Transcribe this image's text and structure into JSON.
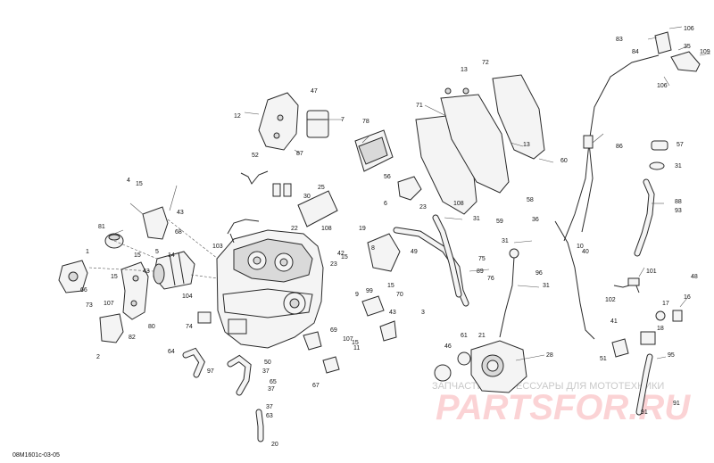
{
  "diagram_code": "08M1601c-03-05",
  "watermark": {
    "caption": "ЗАПЧАСТИ И АКСЕССУАРЫ ДЛЯ МОТОТЕХНИКИ",
    "brand": "PARTSFOR.RU"
  },
  "callouts": [
    {
      "id": "c1",
      "label": "1"
    },
    {
      "id": "c2",
      "label": "2"
    },
    {
      "id": "c3",
      "label": "3"
    },
    {
      "id": "c4",
      "label": "4"
    },
    {
      "id": "c5",
      "label": "5"
    },
    {
      "id": "c6",
      "label": "6"
    },
    {
      "id": "c7",
      "label": "7"
    },
    {
      "id": "c8",
      "label": "8"
    },
    {
      "id": "c9",
      "label": "9"
    },
    {
      "id": "c10",
      "label": "10"
    },
    {
      "id": "c11",
      "label": "11"
    },
    {
      "id": "c12",
      "label": "12"
    },
    {
      "id": "c13a",
      "label": "13"
    },
    {
      "id": "c13b",
      "label": "13"
    },
    {
      "id": "c14",
      "label": "14"
    },
    {
      "id": "c15a",
      "label": "15"
    },
    {
      "id": "c15b",
      "label": "15"
    },
    {
      "id": "c15c",
      "label": "15"
    },
    {
      "id": "c15d",
      "label": "15"
    },
    {
      "id": "c15e",
      "label": "15"
    },
    {
      "id": "c15f",
      "label": "15"
    },
    {
      "id": "c16",
      "label": "16"
    },
    {
      "id": "c17",
      "label": "17"
    },
    {
      "id": "c18",
      "label": "18"
    },
    {
      "id": "c19",
      "label": "19"
    },
    {
      "id": "c20",
      "label": "20"
    },
    {
      "id": "c21",
      "label": "21"
    },
    {
      "id": "c22",
      "label": "22"
    },
    {
      "id": "c23a",
      "label": "23"
    },
    {
      "id": "c23b",
      "label": "23"
    },
    {
      "id": "c25",
      "label": "25"
    },
    {
      "id": "c28",
      "label": "28"
    },
    {
      "id": "c30",
      "label": "30"
    },
    {
      "id": "c31a",
      "label": "31"
    },
    {
      "id": "c31b",
      "label": "31"
    },
    {
      "id": "c31c",
      "label": "31"
    },
    {
      "id": "c31d",
      "label": "31"
    },
    {
      "id": "c35",
      "label": "35"
    },
    {
      "id": "c36",
      "label": "36"
    },
    {
      "id": "c37a",
      "label": "37"
    },
    {
      "id": "c37b",
      "label": "37"
    },
    {
      "id": "c37c",
      "label": "37"
    },
    {
      "id": "c40",
      "label": "40"
    },
    {
      "id": "c41",
      "label": "41"
    },
    {
      "id": "c42",
      "label": "42"
    },
    {
      "id": "c43a",
      "label": "43"
    },
    {
      "id": "c43b",
      "label": "43"
    },
    {
      "id": "c43c",
      "label": "43"
    },
    {
      "id": "c46",
      "label": "46"
    },
    {
      "id": "c47",
      "label": "47"
    },
    {
      "id": "c48",
      "label": "48"
    },
    {
      "id": "c49",
      "label": "49"
    },
    {
      "id": "c50",
      "label": "50"
    },
    {
      "id": "c51",
      "label": "51"
    },
    {
      "id": "c52",
      "label": "52"
    },
    {
      "id": "c56",
      "label": "56"
    },
    {
      "id": "c57",
      "label": "57"
    },
    {
      "id": "c58",
      "label": "58"
    },
    {
      "id": "c59",
      "label": "59"
    },
    {
      "id": "c60",
      "label": "60"
    },
    {
      "id": "c61",
      "label": "61"
    },
    {
      "id": "c63",
      "label": "63"
    },
    {
      "id": "c64",
      "label": "64"
    },
    {
      "id": "c65",
      "label": "65"
    },
    {
      "id": "c66",
      "label": "66"
    },
    {
      "id": "c67",
      "label": "67"
    },
    {
      "id": "c68",
      "label": "68"
    },
    {
      "id": "c69",
      "label": "69"
    },
    {
      "id": "c70",
      "label": "70"
    },
    {
      "id": "c71",
      "label": "71"
    },
    {
      "id": "c72",
      "label": "72"
    },
    {
      "id": "c73",
      "label": "73"
    },
    {
      "id": "c74",
      "label": "74"
    },
    {
      "id": "c75",
      "label": "75"
    },
    {
      "id": "c76",
      "label": "76"
    },
    {
      "id": "c78",
      "label": "78"
    },
    {
      "id": "c80",
      "label": "80"
    },
    {
      "id": "c81",
      "label": "81"
    },
    {
      "id": "c82",
      "label": "82"
    },
    {
      "id": "c83",
      "label": "83"
    },
    {
      "id": "c84",
      "label": "84"
    },
    {
      "id": "c86",
      "label": "86"
    },
    {
      "id": "c87",
      "label": "87"
    },
    {
      "id": "c88",
      "label": "88"
    },
    {
      "id": "c89",
      "label": "89"
    },
    {
      "id": "c91a",
      "label": "91"
    },
    {
      "id": "c91b",
      "label": "91"
    },
    {
      "id": "c93",
      "label": "93"
    },
    {
      "id": "c95",
      "label": "95"
    },
    {
      "id": "c96",
      "label": "96"
    },
    {
      "id": "c97",
      "label": "97"
    },
    {
      "id": "c99",
      "label": "99"
    },
    {
      "id": "c101",
      "label": "101"
    },
    {
      "id": "c102",
      "label": "102"
    },
    {
      "id": "c103",
      "label": "103"
    },
    {
      "id": "c104",
      "label": "104"
    },
    {
      "id": "c106a",
      "label": "106"
    },
    {
      "id": "c106b",
      "label": "106"
    },
    {
      "id": "c107a",
      "label": "107"
    },
    {
      "id": "c107b",
      "label": "107"
    },
    {
      "id": "c108a",
      "label": "108"
    },
    {
      "id": "c108b",
      "label": "108"
    },
    {
      "id": "c109",
      "label": "109"
    }
  ]
}
